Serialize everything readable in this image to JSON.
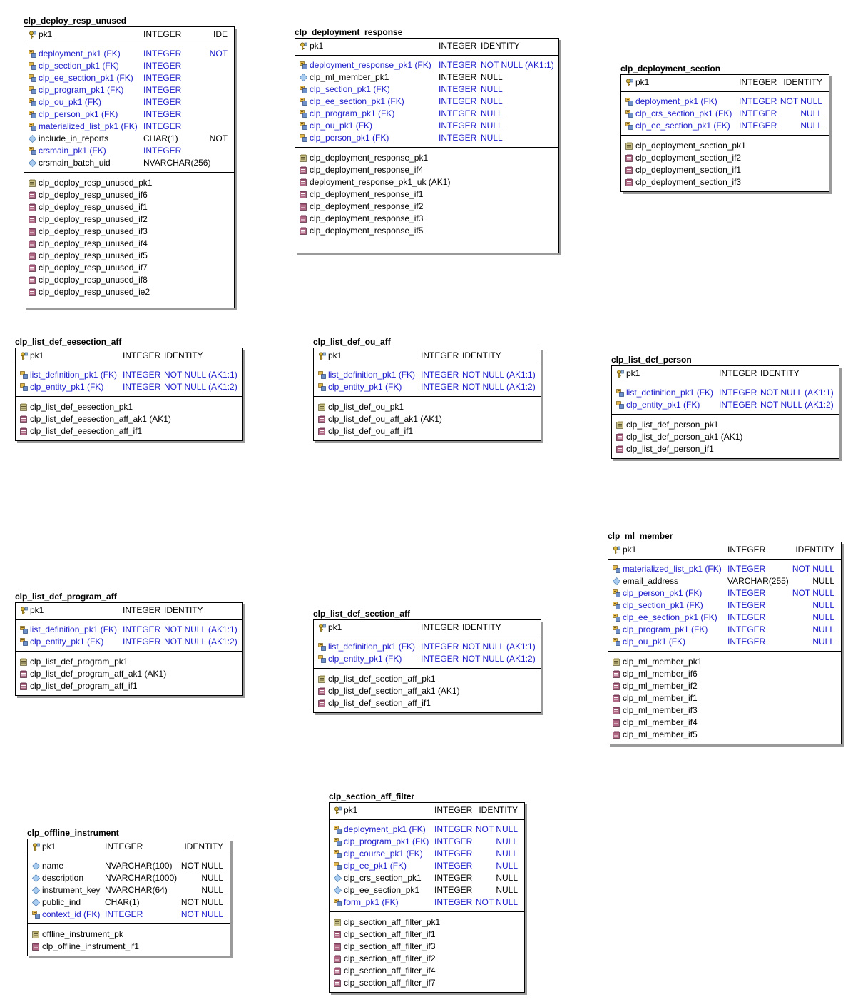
{
  "entities": [
    {
      "id": "clp-deploy-resp-unused",
      "title": "clp_deploy_resp_unused",
      "pk": [
        [
          "pk1",
          "INTEGER",
          "IDE"
        ]
      ],
      "attrs": [
        [
          "deployment_pk1 (FK)",
          "INTEGER",
          "NOT",
          "fk"
        ],
        [
          "clp_section_pk1 (FK)",
          "INTEGER",
          "",
          "fk"
        ],
        [
          "clp_ee_section_pk1 (FK)",
          "INTEGER",
          "",
          "fk"
        ],
        [
          "clp_program_pk1 (FK)",
          "INTEGER",
          "",
          "fk"
        ],
        [
          "clp_ou_pk1 (FK)",
          "INTEGER",
          "",
          "fk"
        ],
        [
          "clp_person_pk1 (FK)",
          "INTEGER",
          "",
          "fk"
        ],
        [
          "materialized_list_pk1 (FK)",
          "INTEGER",
          "",
          "fk"
        ],
        [
          "include_in_reports",
          "CHAR(1)",
          "NOT",
          "attr"
        ],
        [
          "crsmain_pk1 (FK)",
          "INTEGER",
          "",
          "fk"
        ],
        [
          "crsmain_batch_uid",
          "NVARCHAR(256)",
          "",
          "attr"
        ]
      ],
      "keys": [
        [
          "clp_deploy_resp_unused_pk1",
          "pk"
        ],
        [
          "clp_deploy_resp_unused_if6",
          "if"
        ],
        [
          "clp_deploy_resp_unused_if1",
          "if"
        ],
        [
          "clp_deploy_resp_unused_if2",
          "if"
        ],
        [
          "clp_deploy_resp_unused_if3",
          "if"
        ],
        [
          "clp_deploy_resp_unused_if4",
          "if"
        ],
        [
          "clp_deploy_resp_unused_if5",
          "if"
        ],
        [
          "clp_deploy_resp_unused_if7",
          "if"
        ],
        [
          "clp_deploy_resp_unused_if8",
          "if"
        ],
        [
          "clp_deploy_resp_unused_ie2",
          "if"
        ]
      ]
    },
    {
      "id": "clp-deployment-response",
      "title": "clp_deployment_response",
      "pk": [
        [
          "pk1",
          "INTEGER",
          "IDENTITY"
        ]
      ],
      "attrs": [
        [
          "deployment_response_pk1 (FK)",
          "INTEGER",
          "NOT NULL (AK1:1)",
          "fk"
        ],
        [
          "clp_ml_member_pk1",
          "INTEGER",
          "NULL",
          "attr"
        ],
        [
          "clp_section_pk1 (FK)",
          "INTEGER",
          "NULL",
          "fk"
        ],
        [
          "clp_ee_section_pk1 (FK)",
          "INTEGER",
          "NULL",
          "fk"
        ],
        [
          "clp_program_pk1 (FK)",
          "INTEGER",
          "NULL",
          "fk"
        ],
        [
          "clp_ou_pk1 (FK)",
          "INTEGER",
          "NULL",
          "fk"
        ],
        [
          "clp_person_pk1 (FK)",
          "INTEGER",
          "NULL",
          "fk"
        ]
      ],
      "keys": [
        [
          "clp_deployment_response_pk1",
          "pk"
        ],
        [
          "clp_deployment_response_if4",
          "if"
        ],
        [
          "deployment_response_pk1_uk (AK1)",
          "if"
        ],
        [
          "clp_deployment_response_if1",
          "if"
        ],
        [
          "clp_deployment_response_if2",
          "if"
        ],
        [
          "clp_deployment_response_if3",
          "if"
        ],
        [
          "clp_deployment_response_if5",
          "if"
        ]
      ]
    },
    {
      "id": "clp-deployment-section",
      "title": "clp_deployment_section",
      "pk": [
        [
          "pk1",
          "INTEGER",
          "IDENTITY"
        ]
      ],
      "attrs": [
        [
          "deployment_pk1 (FK)",
          "INTEGER",
          "NOT NULL",
          "fk"
        ],
        [
          "clp_crs_section_pk1 (FK)",
          "INTEGER",
          "NULL",
          "fk"
        ],
        [
          "clp_ee_section_pk1 (FK)",
          "INTEGER",
          "NULL",
          "fk"
        ]
      ],
      "keys": [
        [
          "clp_deployment_section_pk1",
          "pk"
        ],
        [
          "clp_deployment_section_if2",
          "if"
        ],
        [
          "clp_deployment_section_if1",
          "if"
        ],
        [
          "clp_deployment_section_if3",
          "if"
        ]
      ]
    },
    {
      "id": "clp-list-def-eesection-aff",
      "title": "clp_list_def_eesection_aff",
      "pk": [
        [
          "pk1",
          "INTEGER",
          "IDENTITY"
        ]
      ],
      "attrs": [
        [
          "list_definition_pk1 (FK)",
          "INTEGER",
          "NOT NULL (AK1:1)",
          "fk"
        ],
        [
          "clp_entity_pk1 (FK)",
          "INTEGER",
          "NOT NULL (AK1:2)",
          "fk"
        ]
      ],
      "keys": [
        [
          "clp_list_def_eesection_pk1",
          "pk"
        ],
        [
          "clp_list_def_eesection_aff_ak1 (AK1)",
          "if"
        ],
        [
          "clp_list_def_eesection_aff_if1",
          "if"
        ]
      ]
    },
    {
      "id": "clp-list-def-ou-aff",
      "title": "clp_list_def_ou_aff",
      "pk": [
        [
          "pk1",
          "INTEGER",
          "IDENTITY"
        ]
      ],
      "attrs": [
        [
          "list_definition_pk1 (FK)",
          "INTEGER",
          "NOT NULL (AK1:1)",
          "fk"
        ],
        [
          "clp_entity_pk1 (FK)",
          "INTEGER",
          "NOT NULL (AK1:2)",
          "fk"
        ]
      ],
      "keys": [
        [
          "clp_list_def_ou_pk1",
          "pk"
        ],
        [
          "clp_list_def_ou_aff_ak1 (AK1)",
          "if"
        ],
        [
          "clp_list_def_ou_aff_if1",
          "if"
        ]
      ]
    },
    {
      "id": "clp-list-def-person",
      "title": "clp_list_def_person",
      "pk": [
        [
          "pk1",
          "INTEGER",
          "IDENTITY"
        ]
      ],
      "attrs": [
        [
          "list_definition_pk1 (FK)",
          "INTEGER",
          "NOT NULL (AK1:1)",
          "fk"
        ],
        [
          "clp_entity_pk1 (FK)",
          "INTEGER",
          "NOT NULL (AK1:2)",
          "fk"
        ]
      ],
      "keys": [
        [
          "clp_list_def_person_pk1",
          "pk"
        ],
        [
          "clp_list_def_person_ak1 (AK1)",
          "if"
        ],
        [
          "clp_list_def_person_if1",
          "if"
        ]
      ]
    },
    {
      "id": "clp-ml-member",
      "title": "clp_ml_member",
      "pk": [
        [
          "pk1",
          "INTEGER",
          "IDENTITY"
        ]
      ],
      "attrs": [
        [
          "materialized_list_pk1 (FK)",
          "INTEGER",
          "NOT NULL",
          "fk"
        ],
        [
          "email_address",
          "VARCHAR(255)",
          "NULL",
          "attr"
        ],
        [
          "clp_person_pk1 (FK)",
          "INTEGER",
          "NOT NULL",
          "fk"
        ],
        [
          "clp_section_pk1 (FK)",
          "INTEGER",
          "NULL",
          "fk"
        ],
        [
          "clp_ee_section_pk1 (FK)",
          "INTEGER",
          "NULL",
          "fk"
        ],
        [
          "clp_program_pk1 (FK)",
          "INTEGER",
          "NULL",
          "fk"
        ],
        [
          "clp_ou_pk1 (FK)",
          "INTEGER",
          "NULL",
          "fk"
        ]
      ],
      "keys": [
        [
          "clp_ml_member_pk1",
          "pk"
        ],
        [
          "clp_ml_member_if6",
          "if"
        ],
        [
          "clp_ml_member_if2",
          "if"
        ],
        [
          "clp_ml_member_if1",
          "if"
        ],
        [
          "clp_ml_member_if3",
          "if"
        ],
        [
          "clp_ml_member_if4",
          "if"
        ],
        [
          "clp_ml_member_if5",
          "if"
        ]
      ]
    },
    {
      "id": "clp-list-def-program-aff",
      "title": "clp_list_def_program_aff",
      "pk": [
        [
          "pk1",
          "INTEGER",
          "IDENTITY"
        ]
      ],
      "attrs": [
        [
          "list_definition_pk1 (FK)",
          "INTEGER",
          "NOT NULL (AK1:1)",
          "fk"
        ],
        [
          "clp_entity_pk1 (FK)",
          "INTEGER",
          "NOT NULL (AK1:2)",
          "fk"
        ]
      ],
      "keys": [
        [
          "clp_list_def_program_pk1",
          "pk"
        ],
        [
          "clp_list_def_program_aff_ak1 (AK1)",
          "if"
        ],
        [
          "clp_list_def_program_aff_if1",
          "if"
        ]
      ]
    },
    {
      "id": "clp-list-def-section-aff",
      "title": "clp_list_def_section_aff",
      "pk": [
        [
          "pk1",
          "INTEGER",
          "IDENTITY"
        ]
      ],
      "attrs": [
        [
          "list_definition_pk1 (FK)",
          "INTEGER",
          "NOT NULL (AK1:1)",
          "fk"
        ],
        [
          "clp_entity_pk1 (FK)",
          "INTEGER",
          "NOT NULL (AK1:2)",
          "fk"
        ]
      ],
      "keys": [
        [
          "clp_list_def_section_aff_pk1",
          "pk"
        ],
        [
          "clp_list_def_section_aff_ak1 (AK1)",
          "if"
        ],
        [
          "clp_list_def_section_aff_if1",
          "if"
        ]
      ]
    },
    {
      "id": "clp-section-aff-filter",
      "title": "clp_section_aff_filter",
      "pk": [
        [
          "pk1",
          "INTEGER",
          "IDENTITY"
        ]
      ],
      "attrs": [
        [
          "deployment_pk1 (FK)",
          "INTEGER",
          "NOT NULL",
          "fk"
        ],
        [
          "clp_program_pk1 (FK)",
          "INTEGER",
          "NULL",
          "fk"
        ],
        [
          "clp_course_pk1 (FK)",
          "INTEGER",
          "NULL",
          "fk"
        ],
        [
          "clp_ee_pk1 (FK)",
          "INTEGER",
          "NULL",
          "fk"
        ],
        [
          "clp_crs_section_pk1",
          "INTEGER",
          "NULL",
          "attr"
        ],
        [
          "clp_ee_section_pk1",
          "INTEGER",
          "NULL",
          "attr"
        ],
        [
          "form_pk1 (FK)",
          "INTEGER",
          "NOT NULL",
          "fk"
        ]
      ],
      "keys": [
        [
          "clp_section_aff_filter_pk1",
          "pk"
        ],
        [
          "clp_section_aff_filter_if1",
          "if"
        ],
        [
          "clp_section_aff_filter_if3",
          "if"
        ],
        [
          "clp_section_aff_filter_if2",
          "if"
        ],
        [
          "clp_section_aff_filter_if4",
          "if"
        ],
        [
          "clp_section_aff_filter_if7",
          "if"
        ]
      ]
    },
    {
      "id": "clp-offline-instrument",
      "title": "clp_offline_instrument",
      "pk": [
        [
          "pk1",
          "INTEGER",
          "IDENTITY"
        ]
      ],
      "attrs": [
        [
          "name",
          "NVARCHAR(100)",
          "NOT NULL",
          "attr"
        ],
        [
          "description",
          "NVARCHAR(1000)",
          "NULL",
          "attr"
        ],
        [
          "instrument_key",
          "NVARCHAR(64)",
          "NULL",
          "attr"
        ],
        [
          "public_ind",
          "CHAR(1)",
          "NOT NULL",
          "attr"
        ],
        [
          "context_id (FK)",
          "INTEGER",
          "NOT NULL",
          "fk"
        ]
      ],
      "keys": [
        [
          "offline_instrument_pk",
          "pk"
        ],
        [
          "clp_offline_instrument_if1",
          "if"
        ]
      ]
    }
  ]
}
